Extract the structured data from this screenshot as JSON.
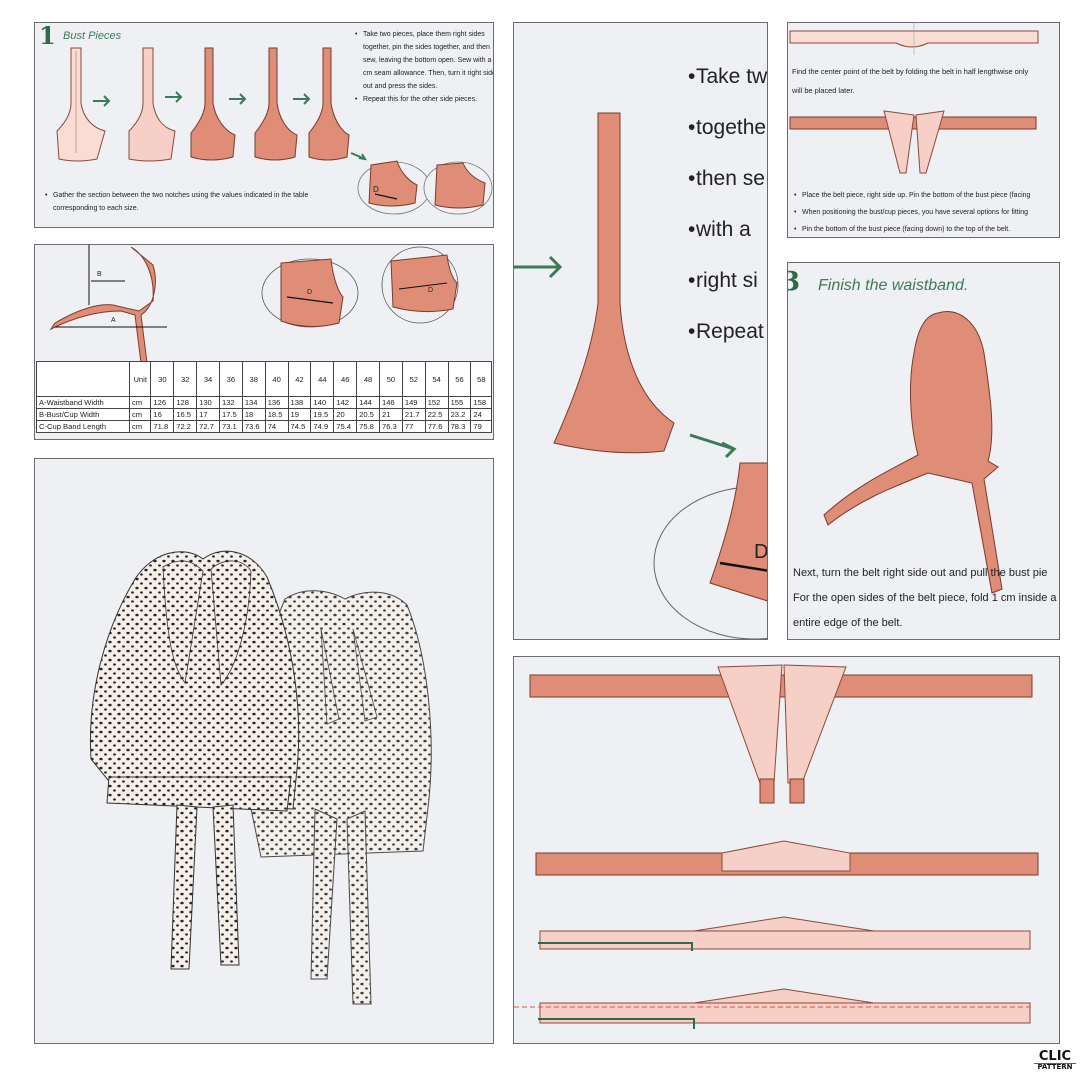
{
  "panel1": {
    "step_number": "1",
    "title": "Bust Pieces",
    "bullets": [
      "Take two pieces, place them right sides together, pin the sides together, and then sew, leaving the bottom open. Sew with a 1 cm seam allowance. Then, turn it right side out and press the sides.",
      "Repeat this for the other side pieces."
    ],
    "bottom_note": "Gather the section between the two notches using the values indicated in the table corresponding to each size.",
    "notch_label": "D"
  },
  "panel2": {
    "labels": {
      "a": "A",
      "b": "B",
      "d1": "D",
      "d2": "D"
    },
    "table": {
      "headers": [
        "",
        "Unit",
        "30",
        "32",
        "34",
        "36",
        "38",
        "40",
        "42",
        "44",
        "46",
        "48",
        "50",
        "52",
        "54",
        "56",
        "58"
      ],
      "rows": [
        [
          "A-Waistband Width",
          "cm",
          "126",
          "128",
          "130",
          "132",
          "134",
          "136",
          "138",
          "140",
          "142",
          "144",
          "146",
          "149",
          "152",
          "155",
          "158"
        ],
        [
          "B-Bust/Cup Width",
          "cm",
          "16",
          "16.5",
          "17",
          "17.5",
          "18",
          "18.5",
          "19",
          "19.5",
          "20",
          "20.5",
          "21",
          "21.7",
          "22.5",
          "23.2",
          "24"
        ],
        [
          "C-Cup Band Length",
          "cm",
          "71.8",
          "72.2",
          "72.7",
          "73.1",
          "73.6",
          "74",
          "74.5",
          "74.9",
          "75.4",
          "75.8",
          "76.3",
          "77",
          "77.6",
          "78.3",
          "79"
        ]
      ]
    }
  },
  "panel4": {
    "lines": [
      "Take tw",
      "togethe",
      "then se",
      "with a",
      "right si",
      "Repeat"
    ],
    "label": "D"
  },
  "panel5": {
    "text": "Find the center point of the belt by folding the belt in half lengthwise only",
    "text2": "will be placed later.",
    "bullets": [
      "Place the belt piece, right side up. Pin the bottom of the bust piece (facing",
      "When positioning the bust/cup pieces, you have several options for fitting",
      "Pin the bottom of the bust piece (facing down) to the top of the belt."
    ]
  },
  "panel6": {
    "step_number": "3",
    "title": "Finish the waistband.",
    "lines": [
      "Next, turn the belt right side out and pull the bust pie",
      "For the open sides of the belt piece, fold 1 cm inside a",
      "entire edge of the belt."
    ]
  },
  "logo": {
    "line1": "CLIC",
    "line2": "PATTERN"
  },
  "colors": {
    "salmon": "#df8d76",
    "pink": "#f6d0c7",
    "green": "#3c7a5a",
    "panel_bg": "#eef0f3"
  }
}
